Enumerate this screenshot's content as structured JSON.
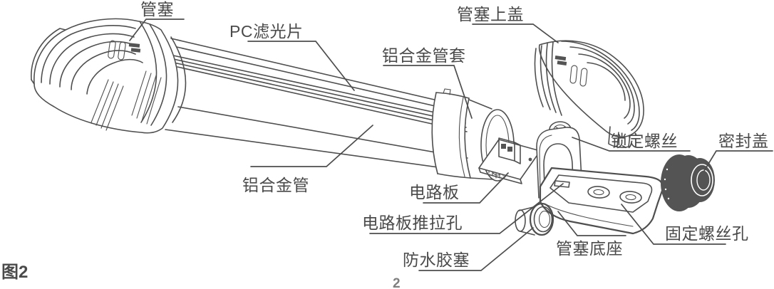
{
  "figure": {
    "caption": "图2",
    "page_number": "2",
    "description": "Exploded-view line diagram of an LED tube lamp assembly with Chinese part labels"
  },
  "colors": {
    "background": "#ffffff",
    "line": "#4f4f4f",
    "label_text": "#4a4a4a",
    "seal_cover_fill": "#545454",
    "page_number": "#7f7f7f"
  },
  "labels": {
    "plug": "管塞",
    "pc_filter": "PC滤光片",
    "sleeve": "铝合金管套",
    "plug_top_cover": "管塞上盖",
    "lock_screw": "锁定螺丝",
    "seal_cover": "密封盖",
    "aluminum_tube": "铝合金管",
    "circuit_board": "电路板",
    "board_push_pull_hole": "电路板推拉孔",
    "waterproof_plug": "防水胶塞",
    "plug_base": "管塞底座",
    "fixing_screw_hole": "固定螺丝孔"
  }
}
